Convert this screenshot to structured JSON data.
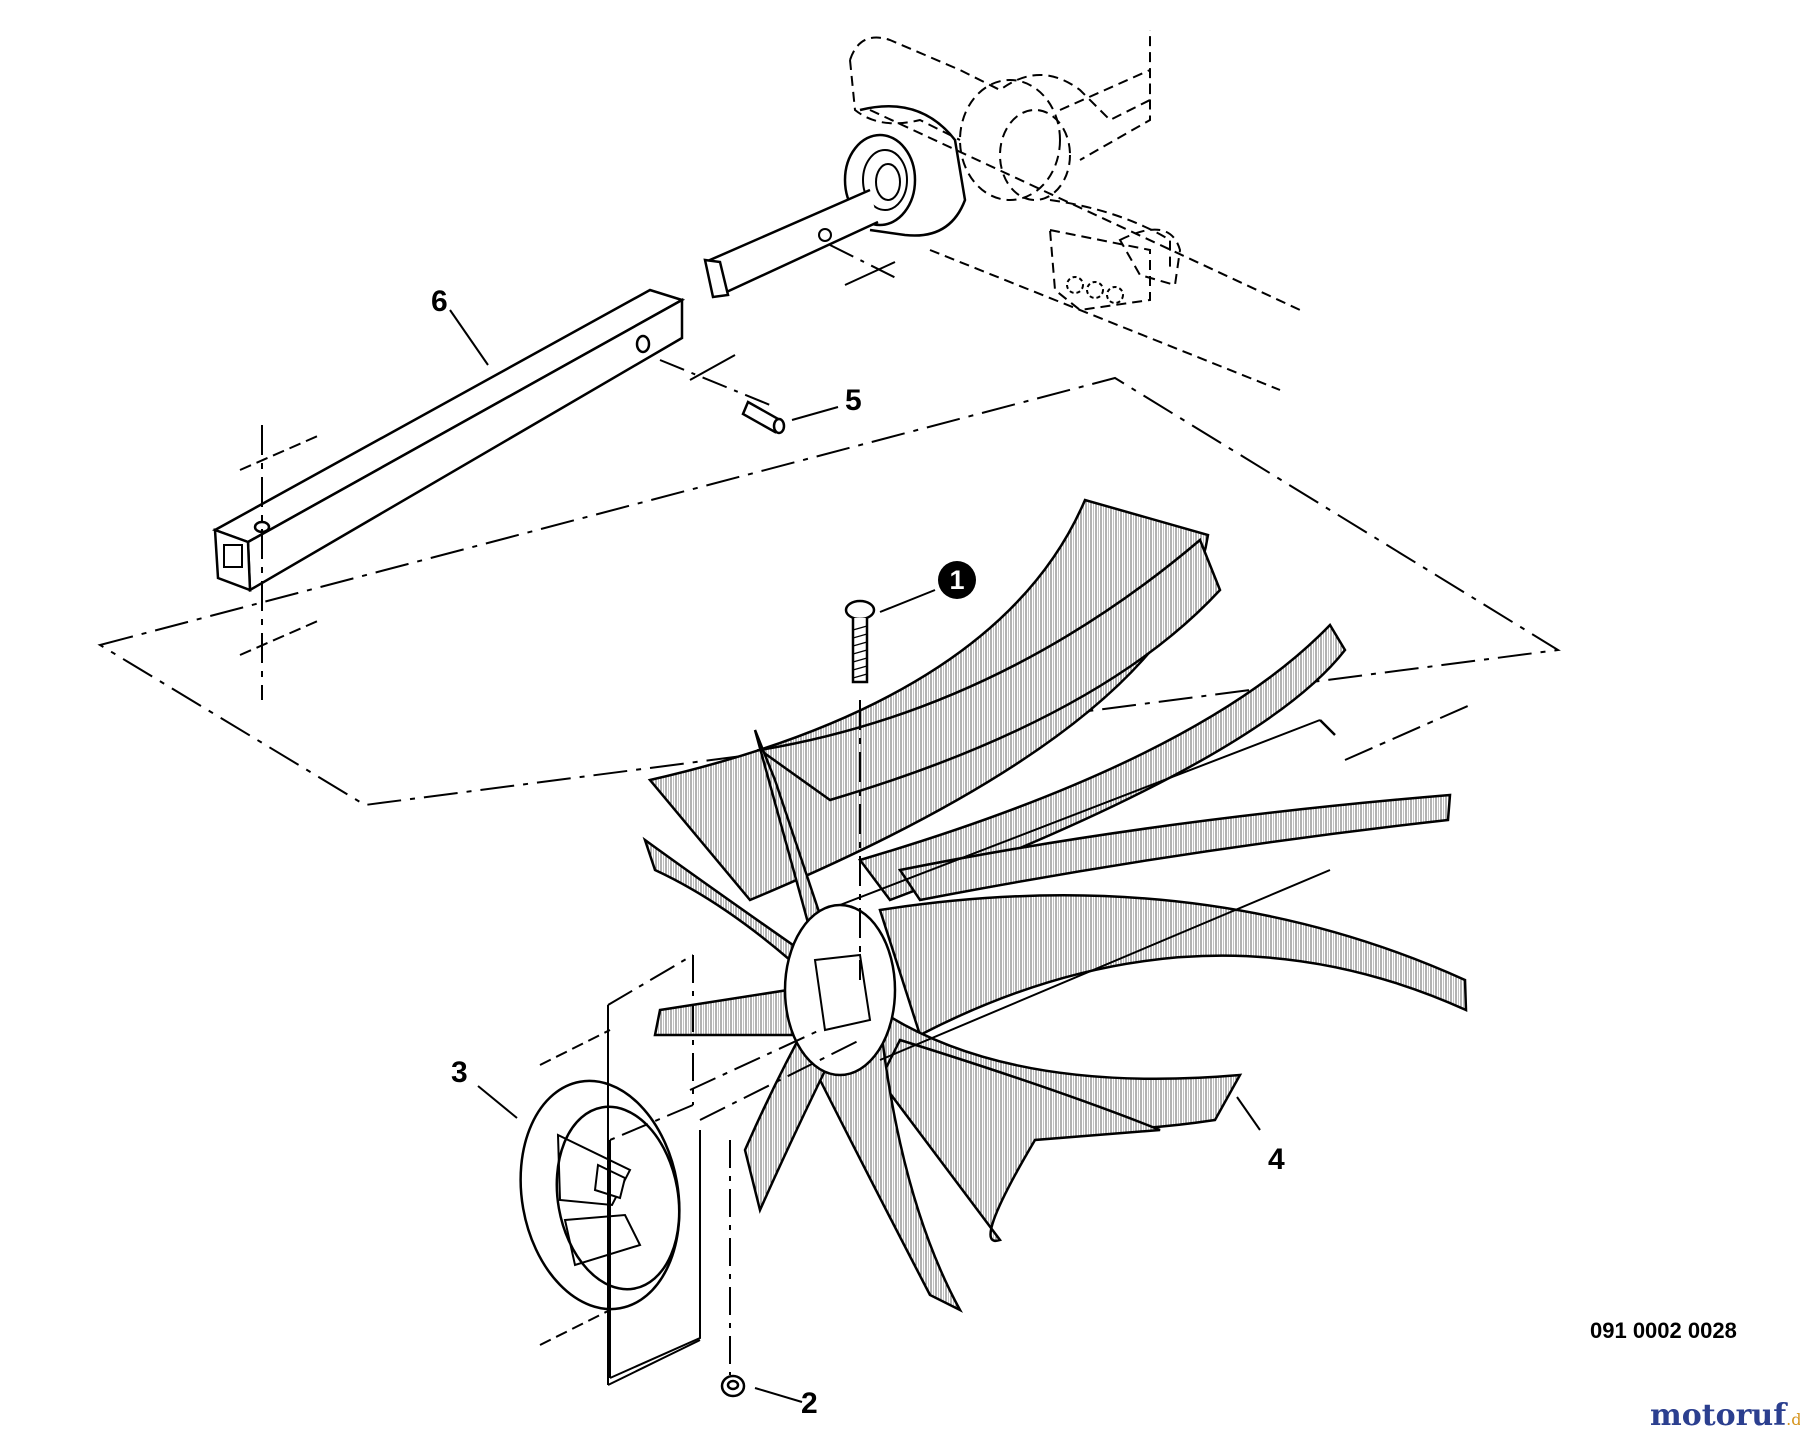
{
  "diagram": {
    "callouts": {
      "c1": "1",
      "c2": "2",
      "c3": "3",
      "c4": "4",
      "c5": "5",
      "c6": "6"
    },
    "drawing_number": "091 0002 0028",
    "watermark": {
      "name": "motoruf",
      "tld": ".de",
      "color_primary": "#2b3f8f",
      "color_accent": "#d6951f"
    },
    "colors": {
      "line": "#000000",
      "bristle": "#d9d9d9",
      "background": "#ffffff"
    }
  }
}
